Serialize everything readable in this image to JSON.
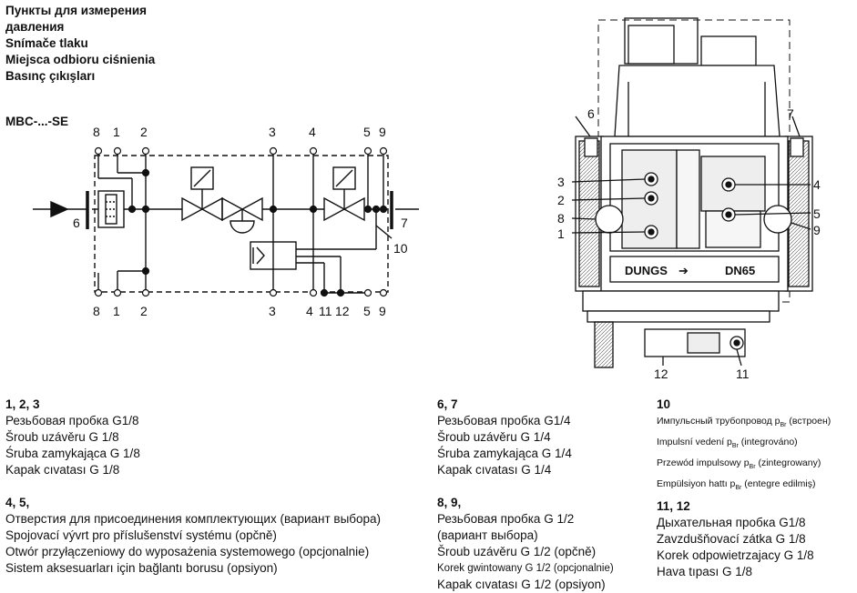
{
  "header": {
    "lines": [
      "Пункты для измерения",
      "давления",
      "Snímače tlaku",
      "Miejsca odbioru ciśnienia",
      "Basınç çıkışları"
    ]
  },
  "model": "MBC-...-SE",
  "schematic": {
    "top_labels": [
      "8",
      "1",
      "2",
      "3",
      "4",
      "5",
      "9"
    ],
    "bottom_labels": [
      "8",
      "1",
      "2",
      "3",
      "4",
      "11",
      "12",
      "5",
      "9"
    ],
    "left_label": "6",
    "right_label": "7",
    "right_lower_label": "10"
  },
  "front_view": {
    "labels": {
      "l6": "6",
      "r7": "7",
      "l3": "3",
      "l2": "2",
      "l8": "8",
      "l1": "1",
      "r4": "4",
      "r5": "5",
      "r9": "9",
      "b12": "12",
      "b11": "11"
    },
    "brand": "DUNGS",
    "size": "DN65"
  },
  "legend": {
    "b1": {
      "heading": "1, 2, 3",
      "lines": [
        "Резьбовая пробка G1/8",
        "Šroub uzávěru G 1/8",
        "Śruba zamykająca G 1/8",
        "Kapak cıvatası G 1/8"
      ]
    },
    "b2": {
      "heading": "4, 5,",
      "lines": [
        "Отверстия для присоединения комплектующих (вариант выбора)",
        "Spojovací vývrt pro příslušenství systému (opčně)",
        "Otwór przyłączeniowy do wyposażenia systemowego (opcjonalnie)",
        "Sistem aksesuarları için bağlantı borusu (opsiyon)"
      ]
    },
    "b3": {
      "heading": "6, 7",
      "lines": [
        "Резьбовая пробка G1/4",
        "Šroub uzávěru G 1/4",
        "Śruba zamykająca G 1/4",
        "Kapak cıvatası G 1/4"
      ]
    },
    "b4": {
      "heading": "8, 9,",
      "lines": [
        "Резьбовая пробка G 1/2",
        "(вариант выбора)",
        "Šroub uzávěru G 1/2 (opčně)",
        "Korek gwintowany G 1/2 (opcjonalnie)",
        "Kapak cıvatası G 1/2 (opsiyon)"
      ]
    },
    "b5": {
      "heading": "10",
      "lines": [
        {
          "pre": "Импульсный трубопровод p",
          "sub": "Br",
          "post": " (встроен)"
        },
        {
          "pre": "Impulsní vedení p",
          "sub": "Br",
          "post": " (integrováno)"
        },
        {
          "pre": "Przewód impulsowy p",
          "sub": "Br",
          "post": " (zintegrowany)"
        },
        {
          "pre": "Empülsiyon hattı p",
          "sub": "Br",
          "post": " (entegre edilmiş)"
        }
      ]
    },
    "b6": {
      "heading": "11, 12",
      "lines": [
        "Дыхательная пробка G1/8",
        "Zavzdušňovací zátka G 1/8",
        "Korek odpowietrzajacy G 1/8",
        "Hava tıpası G 1/8"
      ]
    }
  }
}
